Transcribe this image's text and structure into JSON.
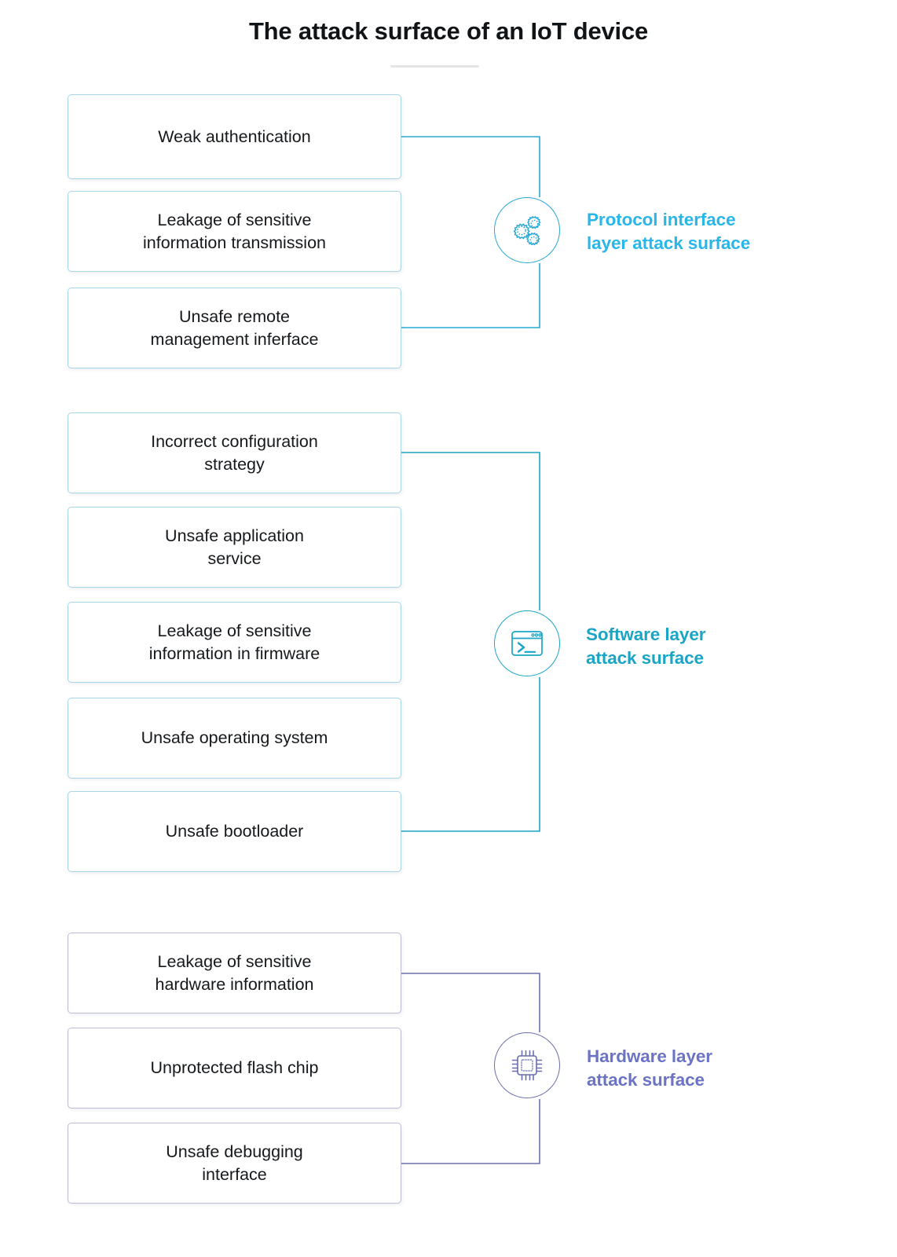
{
  "page": {
    "title": "The attack surface of an IoT device",
    "background_color": "#ffffff",
    "divider_color": "#e4e5e7"
  },
  "theme": {
    "protocol_accent": "#29b6e8",
    "protocol_line": "#29a8d4",
    "protocol_box_border": "#a7d6ea",
    "software_accent": "#1ba5c4",
    "software_line": "#1ba5c4",
    "software_box_border": "#a7d6ea",
    "hardware_accent": "#6b74c4",
    "hardware_line": "#6b6fae",
    "hardware_box_border": "#bcbcd8",
    "text_color": "#16191c"
  },
  "groups": [
    {
      "id": "protocol",
      "caption_line1": "Protocol interface",
      "caption_line2": "layer attack surface",
      "icon_name": "gears-icon",
      "accent": "#29b6e8",
      "items": [
        {
          "line1": "Weak authentication",
          "line2": ""
        },
        {
          "line1": "Leakage of sensitive",
          "line2": "information transmission"
        },
        {
          "line1": "Unsafe remote",
          "line2": "management inferface"
        }
      ]
    },
    {
      "id": "software",
      "caption_line1": "Software layer",
      "caption_line2": "attack surface",
      "icon_name": "terminal-icon",
      "accent": "#1ba5c4",
      "items": [
        {
          "line1": "Incorrect configuration",
          "line2": "strategy"
        },
        {
          "line1": "Unsafe application",
          "line2": "service"
        },
        {
          "line1": "Leakage of sensitive",
          "line2": "information in firmware"
        },
        {
          "line1": "Unsafe operating system",
          "line2": ""
        },
        {
          "line1": "Unsafe bootloader",
          "line2": ""
        }
      ]
    },
    {
      "id": "hardware",
      "caption_line1": "Hardware layer",
      "caption_line2": "attack surface",
      "icon_name": "microchip-icon",
      "accent": "#6b74c4",
      "items": [
        {
          "line1": "Leakage of sensitive",
          "line2": "hardware information"
        },
        {
          "line1": "Unprotected flash chip",
          "line2": ""
        },
        {
          "line1": "Unsafe debugging",
          "line2": "interface"
        }
      ]
    }
  ]
}
